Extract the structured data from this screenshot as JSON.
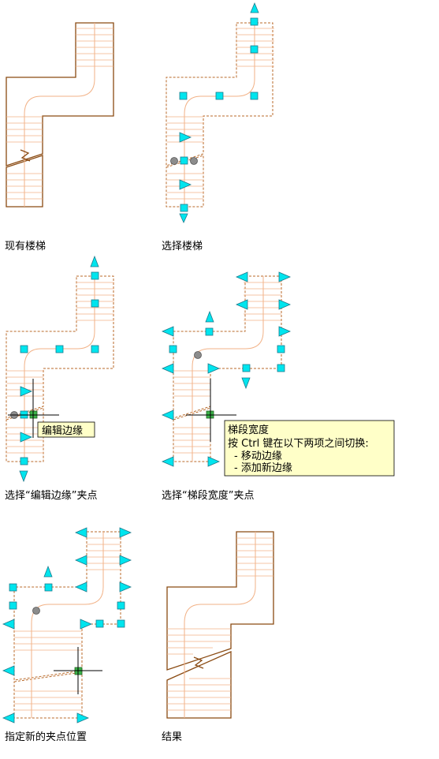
{
  "captions": {
    "existing": "现有楼梯",
    "select": "选择楼梯",
    "edit_grip": "选择“编辑边缘”夹点",
    "width_grip": "选择“梯段宽度”夹点",
    "new_pos": "指定新的夹点位置",
    "result": "结果"
  },
  "tooltips": {
    "edit_edge": "编辑边缘",
    "width_title": "梯段宽度",
    "width_line1": "按 Ctrl 键在以下两项之间切换:",
    "width_line2": "- 移动边缘",
    "width_line3": "- 添加新边缘"
  },
  "colors": {
    "stair_outline": "#8a4a12",
    "tread_line": "#f2b287",
    "grip": "#00e5ee",
    "active_grip": "#3cb34a",
    "tooltip_bg": "#ffffc8"
  }
}
